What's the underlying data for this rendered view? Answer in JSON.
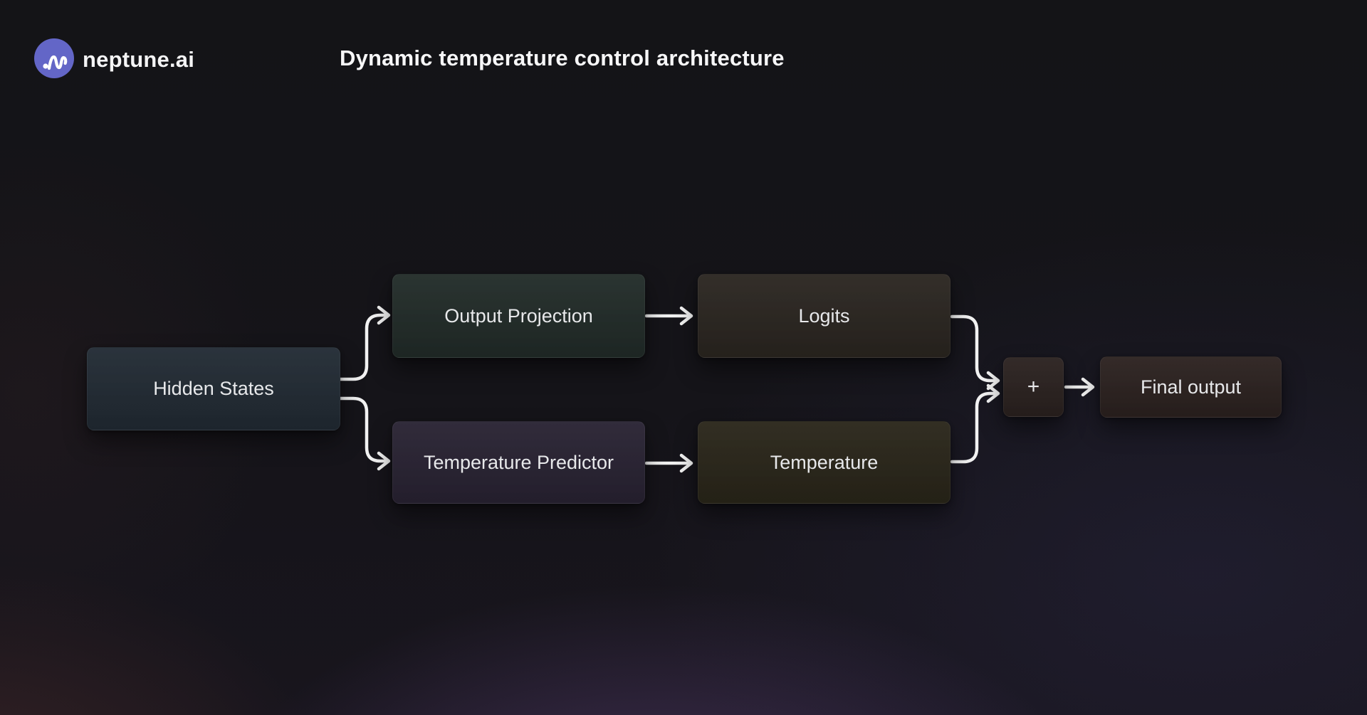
{
  "header": {
    "brand": "neptune.ai",
    "title": "Dynamic temperature control architecture"
  },
  "diagram": {
    "nodes": {
      "hidden_states": {
        "label": "Hidden States",
        "color": "#212a33"
      },
      "output_projection": {
        "label": "Output Projection",
        "color": "#212b28"
      },
      "logits": {
        "label": "Logits",
        "color": "#2a2520"
      },
      "temperature_predictor": {
        "label": "Temperature Predictor",
        "color": "#282232"
      },
      "temperature": {
        "label": "Temperature",
        "color": "#292519"
      },
      "sum": {
        "label": "+",
        "color": "#2a211f"
      },
      "final_output": {
        "label": "Final output",
        "color": "#2b211f"
      }
    },
    "edges": [
      {
        "from": "hidden_states",
        "to": "output_projection"
      },
      {
        "from": "hidden_states",
        "to": "temperature_predictor"
      },
      {
        "from": "output_projection",
        "to": "logits"
      },
      {
        "from": "temperature_predictor",
        "to": "temperature"
      },
      {
        "from": "logits",
        "to": "sum"
      },
      {
        "from": "temperature",
        "to": "sum"
      },
      {
        "from": "sum",
        "to": "final_output"
      }
    ]
  },
  "colors": {
    "background": "#141419",
    "brand_purple": "#6366c7",
    "arrow": "#f2f2f2",
    "text": "#e7e8ea",
    "glow_purple": "#664886"
  }
}
